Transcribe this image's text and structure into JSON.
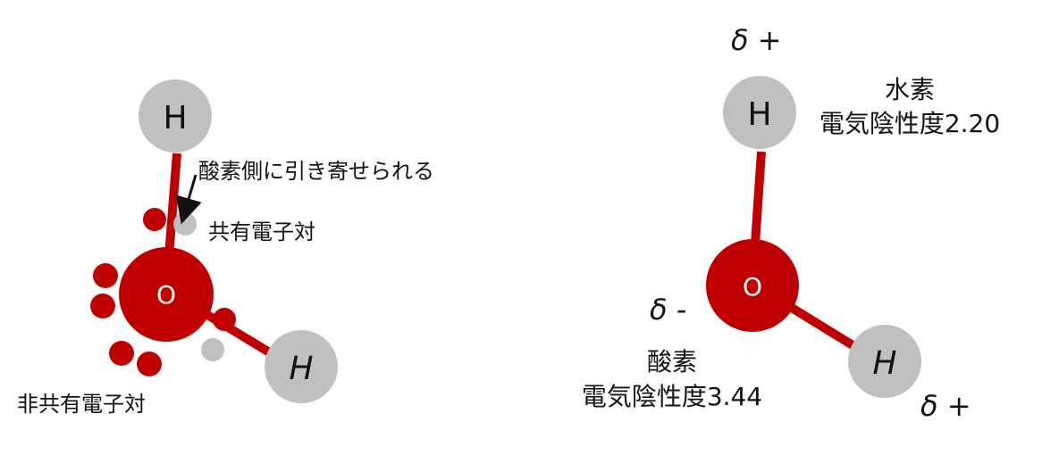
{
  "colors": {
    "oxygen": "#c00000",
    "hydrogen": "#c0c0c0",
    "bond": "#c00000",
    "electron_pair_shared": "#c0c0c0",
    "electron_pair_lone": "#c00000",
    "text": "#111111"
  },
  "left_molecule": {
    "atom_top_label": "H",
    "atom_oxygen_label": "O",
    "atom_right_label": "H",
    "arrow_note": "酸素側に引き寄せられる",
    "shared_pair_label": "共有電子対",
    "lone_pair_label": "非共有電子対"
  },
  "right_molecule": {
    "atom_top_label": "H",
    "atom_oxygen_label": "O",
    "atom_right_label": "H",
    "delta_top": "δ +",
    "delta_oxygen": "δ -",
    "delta_right": "δ +",
    "hydrogen_name": "水素",
    "hydrogen_en": "電気陰性度2.20",
    "oxygen_name": "酸素",
    "oxygen_en": "電気陰性度3.44"
  }
}
